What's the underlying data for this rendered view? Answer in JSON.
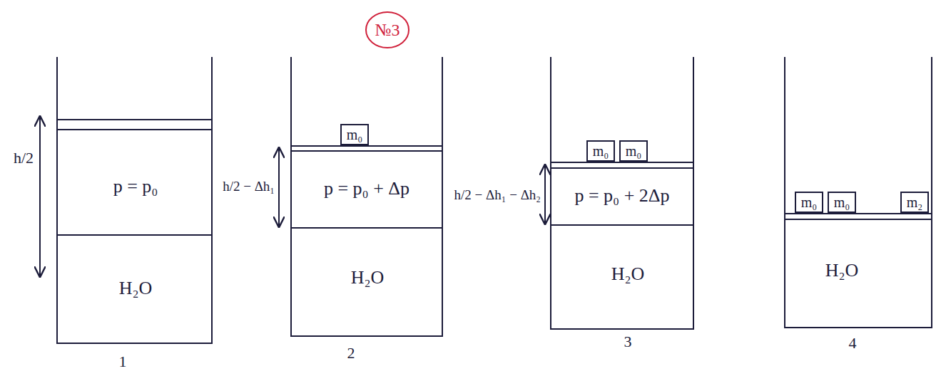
{
  "diagram": {
    "nodes": [
      {
        "text": [
          "m₀"
        ]
      },
      {
        "text": [
          "m₀"
        ]
      },
      {
        "text": [
          "m₀"
        ]
      },
      {
        "text": [
          "m₀"
        ]
      },
      {
        "text": [
          "m₀"
        ]
      },
      {
        "text": [
          "m₂"
        ]
      }
    ],
    "labels": [
      "№3",
      "h/2",
      "p = p₀",
      "H₂O",
      "1",
      "h/2 − Δh₁",
      "p = p₀ + Δp",
      "H₂O",
      "2",
      "h/2 − Δh₁ − Δh₂",
      "p = p₀ + 2Δp",
      "H₂O",
      "3",
      "H₂O",
      "4"
    ]
  }
}
